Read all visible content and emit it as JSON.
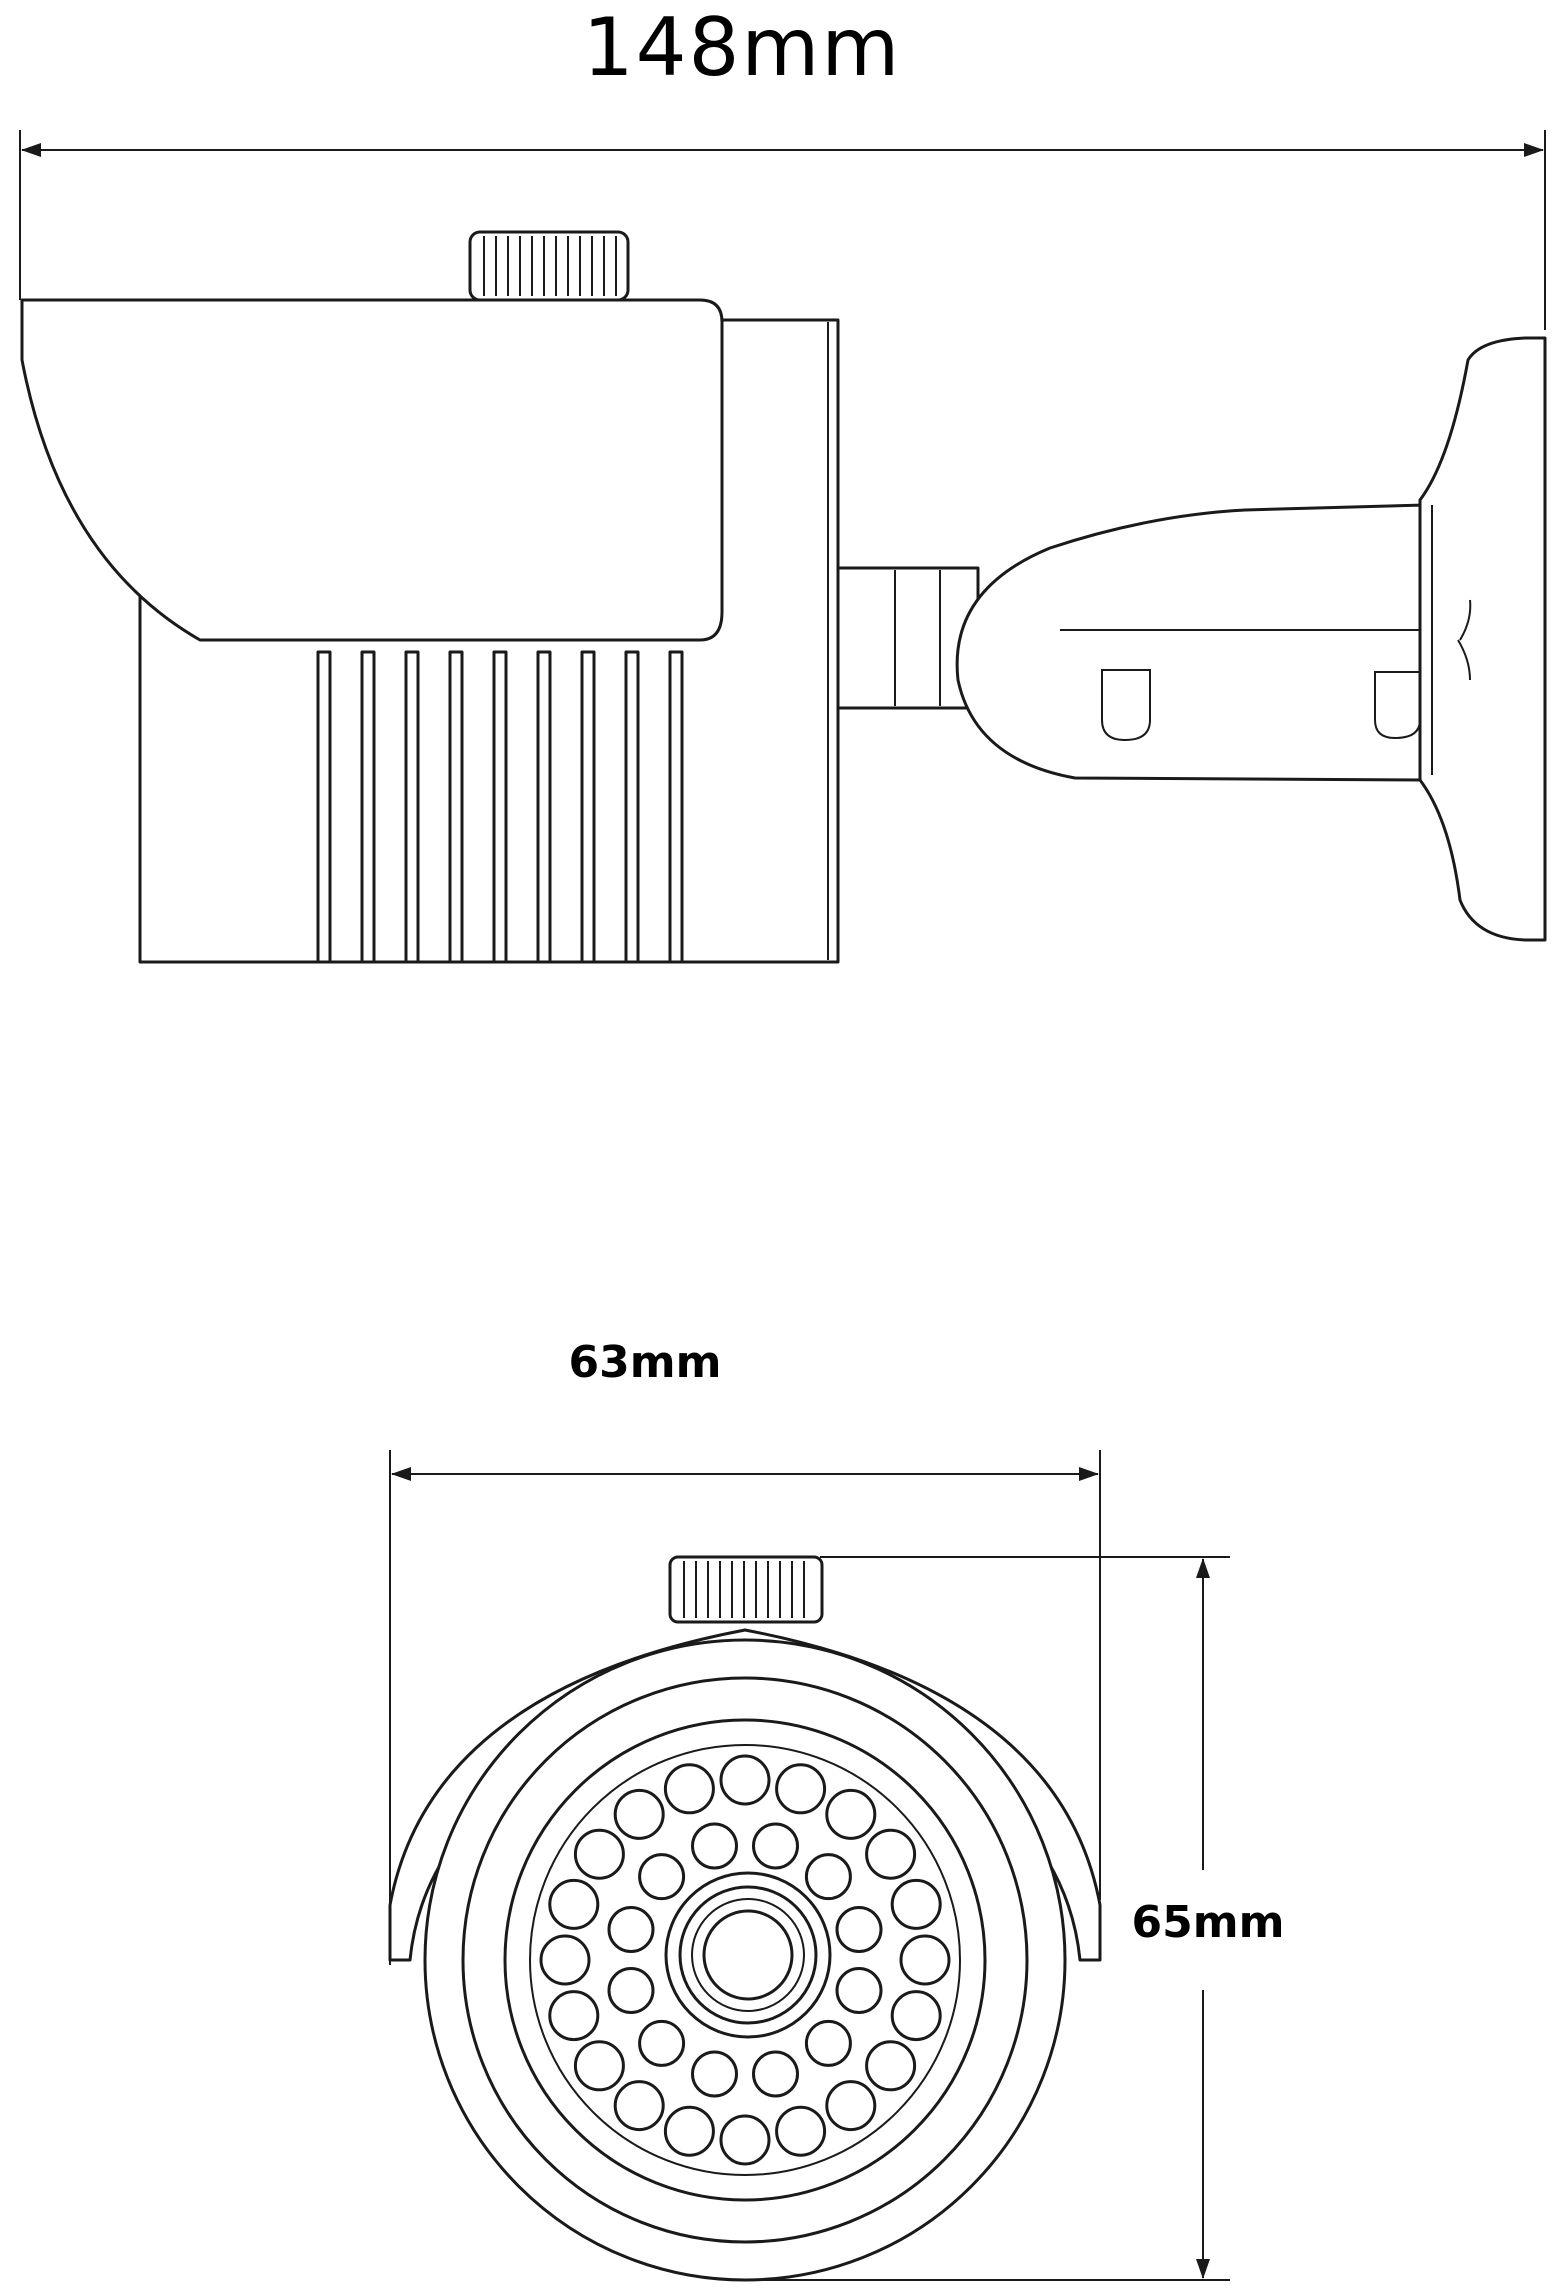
{
  "dimensions": {
    "overall_length": "148mm",
    "front_width": "63mm",
    "front_height": "65mm"
  }
}
